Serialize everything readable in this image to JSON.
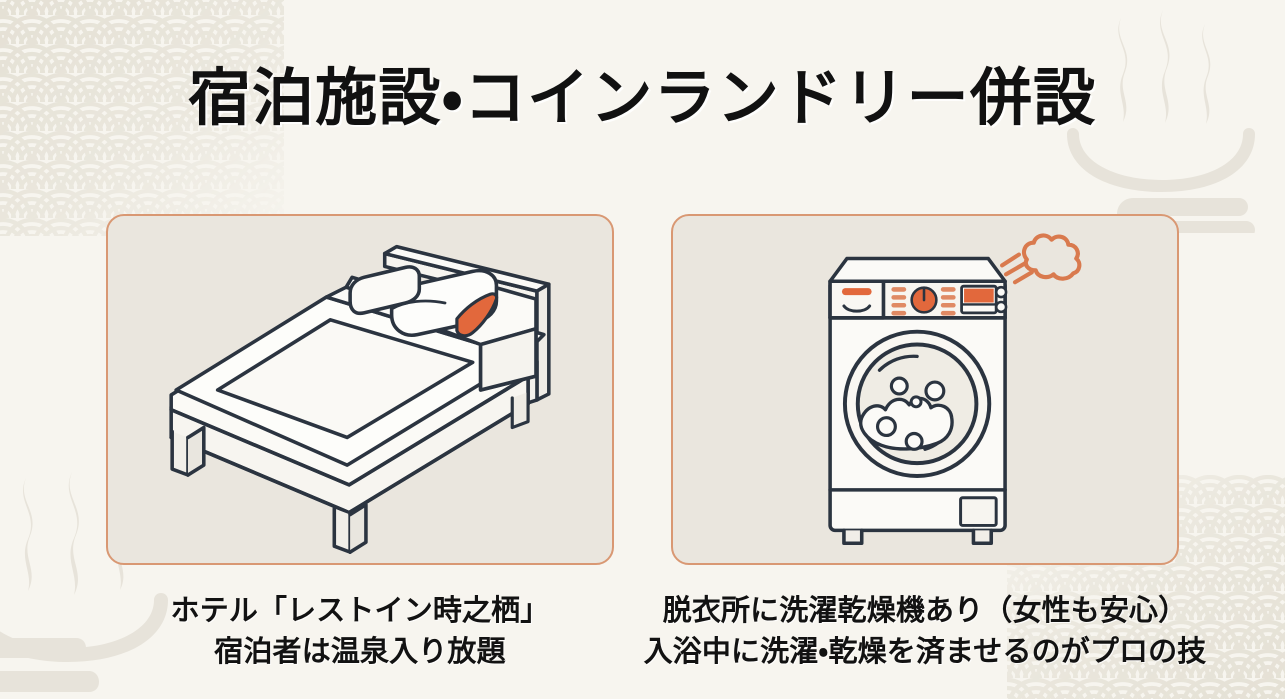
{
  "slide": {
    "title": "宿泊施設・コインランドリー併設",
    "background_color": "#f7f5ef",
    "accent_color": "#e2683c",
    "card_border_color": "#d99873",
    "card_fill_color": "#eae6de",
    "ink_color": "#2b3440",
    "decorations": {
      "top_left": "seigaiha-wave-pattern",
      "bottom_right": "seigaiha-wave-pattern",
      "top_right": "onsen-steam-watermark",
      "bottom_left": "onsen-steam-watermark"
    }
  },
  "cards": [
    {
      "illustration": "bed-illustration",
      "caption_lines": [
        "ホテル「レストイン時之栖」",
        "宿泊者は温泉入り放題"
      ]
    },
    {
      "illustration": "washing-machine-illustration",
      "badge_icon": "steam-puff-icon",
      "caption_lines": [
        "脱衣所に洗濯乾燥機あり（女性も安心）",
        "入浴中に洗濯・乾燥を済ませるのがプロの技"
      ]
    }
  ]
}
